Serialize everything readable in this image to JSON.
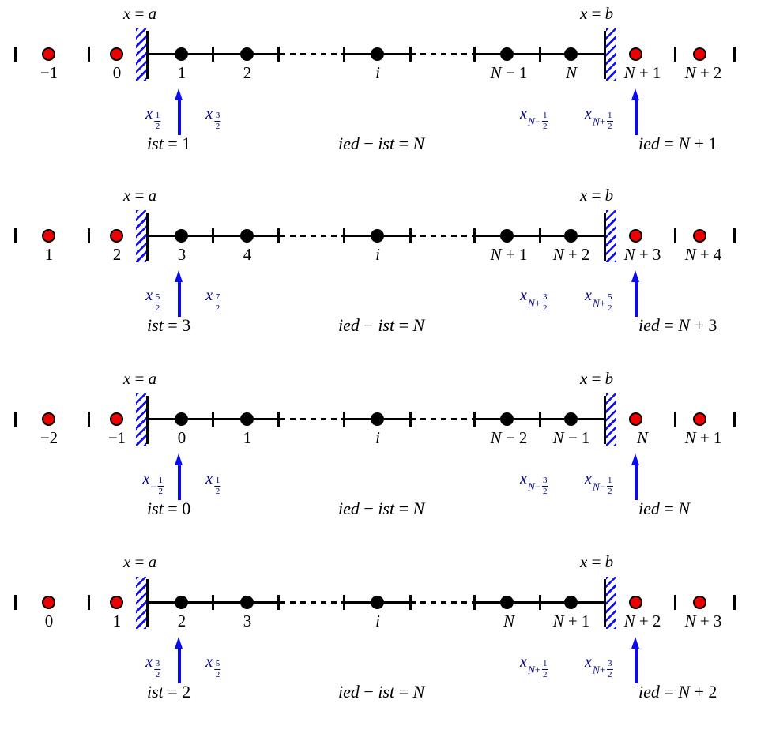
{
  "colors": {
    "ghost_node_fill": "#ee0000",
    "interior_node_fill": "#000000",
    "pointer_arrow": "#0a0af0",
    "wall_hatch": "#1111ee",
    "face_label_text": "#00008b",
    "axis_ink": "#000000"
  },
  "rows": [
    {
      "left_wall_label": "x = a",
      "right_wall_label": "x = b",
      "point_labels": [
        "−1",
        "0",
        "1",
        "2",
        "i",
        "N − 1",
        "N",
        "N + 1",
        "N + 2"
      ],
      "face_labels": [
        {
          "var": "x",
          "sub_prefix": "",
          "frac_num": "1",
          "frac_den": "2"
        },
        {
          "var": "x",
          "sub_prefix": "",
          "frac_num": "3",
          "frac_den": "2"
        },
        {
          "var": "x",
          "sub_prefix": "N−",
          "frac_num": "1",
          "frac_den": "2"
        },
        {
          "var": "x",
          "sub_prefix": "N+",
          "frac_num": "1",
          "frac_den": "2"
        }
      ],
      "ist_label": "ist = 1",
      "mid_label": "ied − ist = N",
      "ied_label": "ied = N + 1"
    },
    {
      "left_wall_label": "x = a",
      "right_wall_label": "x = b",
      "point_labels": [
        "1",
        "2",
        "3",
        "4",
        "i",
        "N + 1",
        "N + 2",
        "N + 3",
        "N + 4"
      ],
      "face_labels": [
        {
          "var": "x",
          "sub_prefix": "",
          "frac_num": "5",
          "frac_den": "2"
        },
        {
          "var": "x",
          "sub_prefix": "",
          "frac_num": "7",
          "frac_den": "2"
        },
        {
          "var": "x",
          "sub_prefix": "N+",
          "frac_num": "3",
          "frac_den": "2"
        },
        {
          "var": "x",
          "sub_prefix": "N+",
          "frac_num": "5",
          "frac_den": "2"
        }
      ],
      "ist_label": "ist = 3",
      "mid_label": "ied − ist = N",
      "ied_label": "ied = N + 3"
    },
    {
      "left_wall_label": "x = a",
      "right_wall_label": "x = b",
      "point_labels": [
        "−2",
        "−1",
        "0",
        "1",
        "i",
        "N − 2",
        "N − 1",
        "N",
        "N + 1"
      ],
      "face_labels": [
        {
          "var": "x",
          "sub_prefix": "−",
          "frac_num": "1",
          "frac_den": "2"
        },
        {
          "var": "x",
          "sub_prefix": "",
          "frac_num": "1",
          "frac_den": "2"
        },
        {
          "var": "x",
          "sub_prefix": "N−",
          "frac_num": "3",
          "frac_den": "2"
        },
        {
          "var": "x",
          "sub_prefix": "N−",
          "frac_num": "1",
          "frac_den": "2"
        }
      ],
      "ist_label": "ist = 0",
      "mid_label": "ied − ist = N",
      "ied_label": "ied = N"
    },
    {
      "left_wall_label": "x = a",
      "right_wall_label": "x = b",
      "point_labels": [
        "0",
        "1",
        "2",
        "3",
        "i",
        "N",
        "N + 1",
        "N + 2",
        "N + 3"
      ],
      "face_labels": [
        {
          "var": "x",
          "sub_prefix": "",
          "frac_num": "3",
          "frac_den": "2"
        },
        {
          "var": "x",
          "sub_prefix": "",
          "frac_num": "5",
          "frac_den": "2"
        },
        {
          "var": "x",
          "sub_prefix": "N+",
          "frac_num": "1",
          "frac_den": "2"
        },
        {
          "var": "x",
          "sub_prefix": "N+",
          "frac_num": "3",
          "frac_den": "2"
        }
      ],
      "ist_label": "ist = 2",
      "mid_label": "ied − ist = N",
      "ied_label": "ied = N + 2"
    }
  ]
}
